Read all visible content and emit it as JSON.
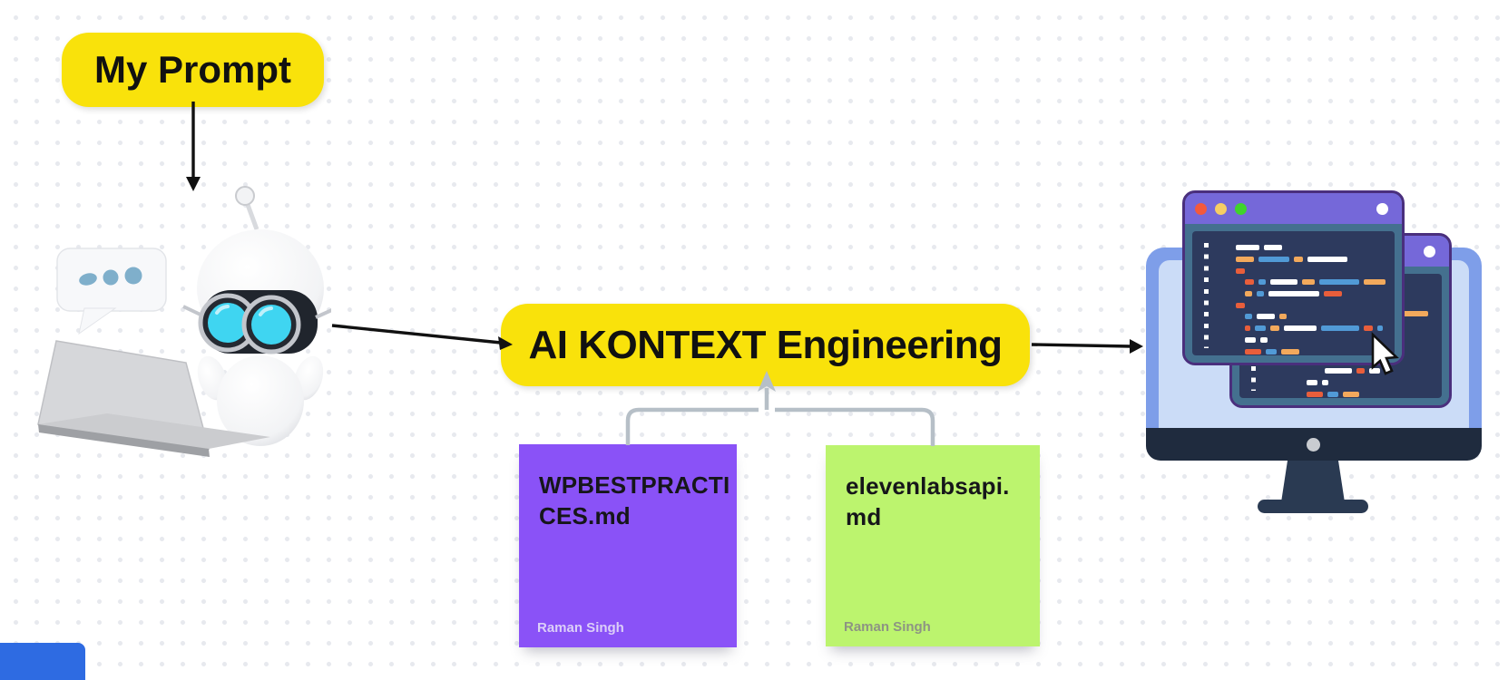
{
  "canvas": {
    "bg": "#FFFFFF",
    "dot_color": "#E7E9EE"
  },
  "labels": {
    "prompt": {
      "text": "My Prompt",
      "bg": "#F9E20B"
    },
    "context": {
      "text": "AI KONTEXT Engineering",
      "bg": "#F9E20B"
    }
  },
  "notes": {
    "purple": {
      "title": "WPBESTPRACTICES.md",
      "title_lines": [
        "WPBESTPRACTI",
        "CES.md"
      ],
      "author": "Raman Singh",
      "bg": "#8A52F7",
      "author_color": "#DCCFF8"
    },
    "green": {
      "title": "elevenlabsapi.md",
      "title_lines": [
        "elevenlabsapi.",
        "md"
      ],
      "author": "Raman Singh",
      "bg": "#BCF46E",
      "author_color": "#8D9483"
    }
  },
  "misc": {
    "blue_corner_color": "#2E6BE2",
    "connector_color": "#B6BFC7",
    "arrow_color": "#111111"
  },
  "code_windows": {
    "colors": {
      "w": "#FFFFFF",
      "o": "#F2A95C",
      "r": "#E85E3B",
      "b": "#519AD6"
    },
    "front_rows": [
      {
        "ind": 18,
        "seg": [
          [
            "w",
            26
          ],
          [
            "w",
            20
          ]
        ]
      },
      {
        "ind": 18,
        "seg": [
          [
            "o",
            20
          ],
          [
            "b",
            34
          ],
          [
            "o",
            10
          ],
          [
            "w",
            44
          ]
        ]
      },
      {
        "ind": 18,
        "seg": [
          [
            "r",
            10
          ]
        ]
      },
      {
        "ind": 28,
        "seg": [
          [
            "r",
            10
          ],
          [
            "b",
            8
          ],
          [
            "w",
            30
          ],
          [
            "o",
            14
          ],
          [
            "b",
            44
          ],
          [
            "o",
            24
          ]
        ]
      },
      {
        "ind": 28,
        "seg": [
          [
            "o",
            8
          ],
          [
            "b",
            8
          ],
          [
            "w",
            56
          ],
          [
            "r",
            20
          ]
        ]
      },
      {
        "ind": 18,
        "seg": [
          [
            "r",
            10
          ]
        ]
      },
      {
        "ind": 28,
        "seg": [
          [
            "b",
            8
          ],
          [
            "w",
            20
          ],
          [
            "o",
            8
          ]
        ]
      },
      {
        "ind": 28,
        "seg": [
          [
            "r",
            6
          ],
          [
            "b",
            12
          ],
          [
            "o",
            10
          ],
          [
            "w",
            36
          ],
          [
            "b",
            42
          ],
          [
            "r",
            10
          ],
          [
            "b",
            6
          ]
        ]
      },
      {
        "ind": 28,
        "seg": [
          [
            "w",
            12
          ],
          [
            "w",
            8
          ]
        ]
      },
      {
        "ind": 28,
        "seg": [
          [
            "r",
            18
          ],
          [
            "b",
            12
          ],
          [
            "o",
            20
          ]
        ]
      },
      {
        "ind": 0,
        "seg": []
      },
      {
        "ind": 44,
        "seg": [
          [
            "w",
            24
          ],
          [
            "w",
            10
          ]
        ]
      },
      {
        "ind": 38,
        "seg": [
          [
            "o",
            44
          ],
          [
            "b",
            14
          ],
          [
            "o",
            5
          ]
        ]
      },
      {
        "ind": 32,
        "seg": [
          [
            "w",
            26
          ],
          [
            "r",
            6
          ],
          [
            "w",
            8
          ]
        ]
      }
    ],
    "back_rows": [
      {
        "ind": 30,
        "seg": [
          [
            "w",
            30
          ],
          [
            "b",
            20
          ],
          [
            "w",
            26
          ]
        ]
      },
      {
        "ind": 30,
        "seg": [
          [
            "o",
            30
          ],
          [
            "w",
            40
          ]
        ]
      },
      {
        "ind": 120,
        "seg": [
          [
            "o",
            58
          ]
        ]
      },
      {
        "ind": 30,
        "seg": [
          [
            "w",
            44
          ]
        ]
      },
      {
        "ind": 44,
        "seg": [
          [
            "b",
            30
          ],
          [
            "o",
            20
          ]
        ]
      },
      {
        "ind": 30,
        "seg": [
          [
            "w",
            20
          ]
        ]
      },
      {
        "ind": 44,
        "seg": [
          [
            "o",
            36
          ],
          [
            "b",
            16
          ]
        ]
      },
      {
        "ind": 64,
        "seg": [
          [
            "w",
            30
          ],
          [
            "r",
            9
          ],
          [
            "w",
            12
          ]
        ]
      },
      {
        "ind": 44,
        "seg": [
          [
            "w",
            12
          ],
          [
            "w",
            7
          ]
        ]
      },
      {
        "ind": 44,
        "seg": [
          [
            "r",
            18
          ],
          [
            "b",
            12
          ],
          [
            "o",
            18
          ]
        ]
      }
    ]
  }
}
